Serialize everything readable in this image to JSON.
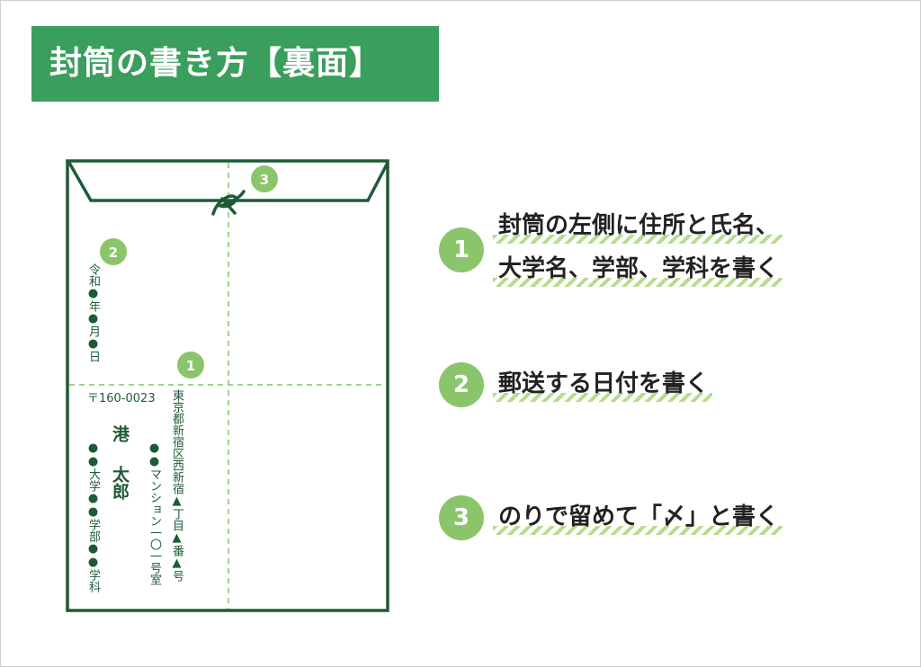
{
  "title": "封筒の書き方【裏面】",
  "colors": {
    "brand_green": "#3a9e5c",
    "envelope_green": "#1f5a36",
    "step_circle": "#8bc56b",
    "stripe": "#b6dc8d",
    "dashed_guide": "#9fd38a"
  },
  "envelope": {
    "markers": [
      "1",
      "2",
      "3"
    ],
    "seal_mark": "〆",
    "date": "令和●年●月●日",
    "postal_code": "〒160-0023",
    "address_line1": "東京都新宿区西新宿▲丁目▲番▲号",
    "address_line2": "●●マンション一〇一号室",
    "name_surname": "港",
    "name_given": "太郎",
    "university": "●●大学●●学部●●学科"
  },
  "steps": [
    {
      "number": "1",
      "lines": [
        "封筒の左側に住所と氏名、",
        "大学名、学部、学科を書く"
      ]
    },
    {
      "number": "2",
      "lines": [
        "郵送する日付を書く"
      ]
    },
    {
      "number": "3",
      "lines": [
        "のりで留めて「〆」と書く"
      ]
    }
  ]
}
